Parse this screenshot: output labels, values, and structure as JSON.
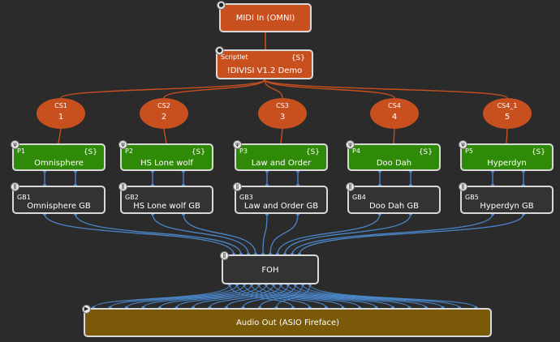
{
  "midi_in": {
    "label": "MIDI In (OMNI)"
  },
  "scriptlet": {
    "tag": "Scriptlet",
    "badge": "{S}",
    "label": "!DIVISI V1.2 Demo"
  },
  "channel_splitters": [
    {
      "tag": "CS1",
      "num": "1"
    },
    {
      "tag": "CS2",
      "num": "2"
    },
    {
      "tag": "CS3",
      "num": "3"
    },
    {
      "tag": "CS4",
      "num": "4"
    },
    {
      "tag": "CS4_1",
      "num": "5"
    }
  ],
  "plugins": [
    {
      "tag": "P1",
      "badge": "{S}",
      "label": "Omnisphere"
    },
    {
      "tag": "P2",
      "badge": "{S}",
      "label": "HS Lone wolf"
    },
    {
      "tag": "P3",
      "badge": "{S}",
      "label": "Law and Order"
    },
    {
      "tag": "P4",
      "badge": "{S}",
      "label": "Doo Dah"
    },
    {
      "tag": "P5",
      "badge": "{S}",
      "label": "Hyperdyn"
    }
  ],
  "gain_blocks": [
    {
      "tag": "GB1",
      "label": "Omnisphere GB"
    },
    {
      "tag": "GB2",
      "label": "HS Lone wolf GB"
    },
    {
      "tag": "GB3",
      "label": "Law and Order GB"
    },
    {
      "tag": "GB4",
      "label": "Doo Dah GB"
    },
    {
      "tag": "GB5",
      "label": "Hyperdyn GB"
    }
  ],
  "foh": {
    "label": "FOH"
  },
  "audio_out": {
    "label": "Audio Out (ASIO Fireface)"
  },
  "colors": {
    "background": "#2b2b2b",
    "midi_block": "#c8501f",
    "plugin_block": "#2f8a07",
    "gain_block": "#333333",
    "audio_out_block": "#7a5a09",
    "midi_wire": "#c8501f",
    "audio_wire": "#4a86c8"
  },
  "icons": {
    "midi_node": "midi-jack-icon",
    "plugin_node": "plugin-icon",
    "gain_node": "mixer-icon",
    "audio_out_node": "speaker-icon"
  }
}
